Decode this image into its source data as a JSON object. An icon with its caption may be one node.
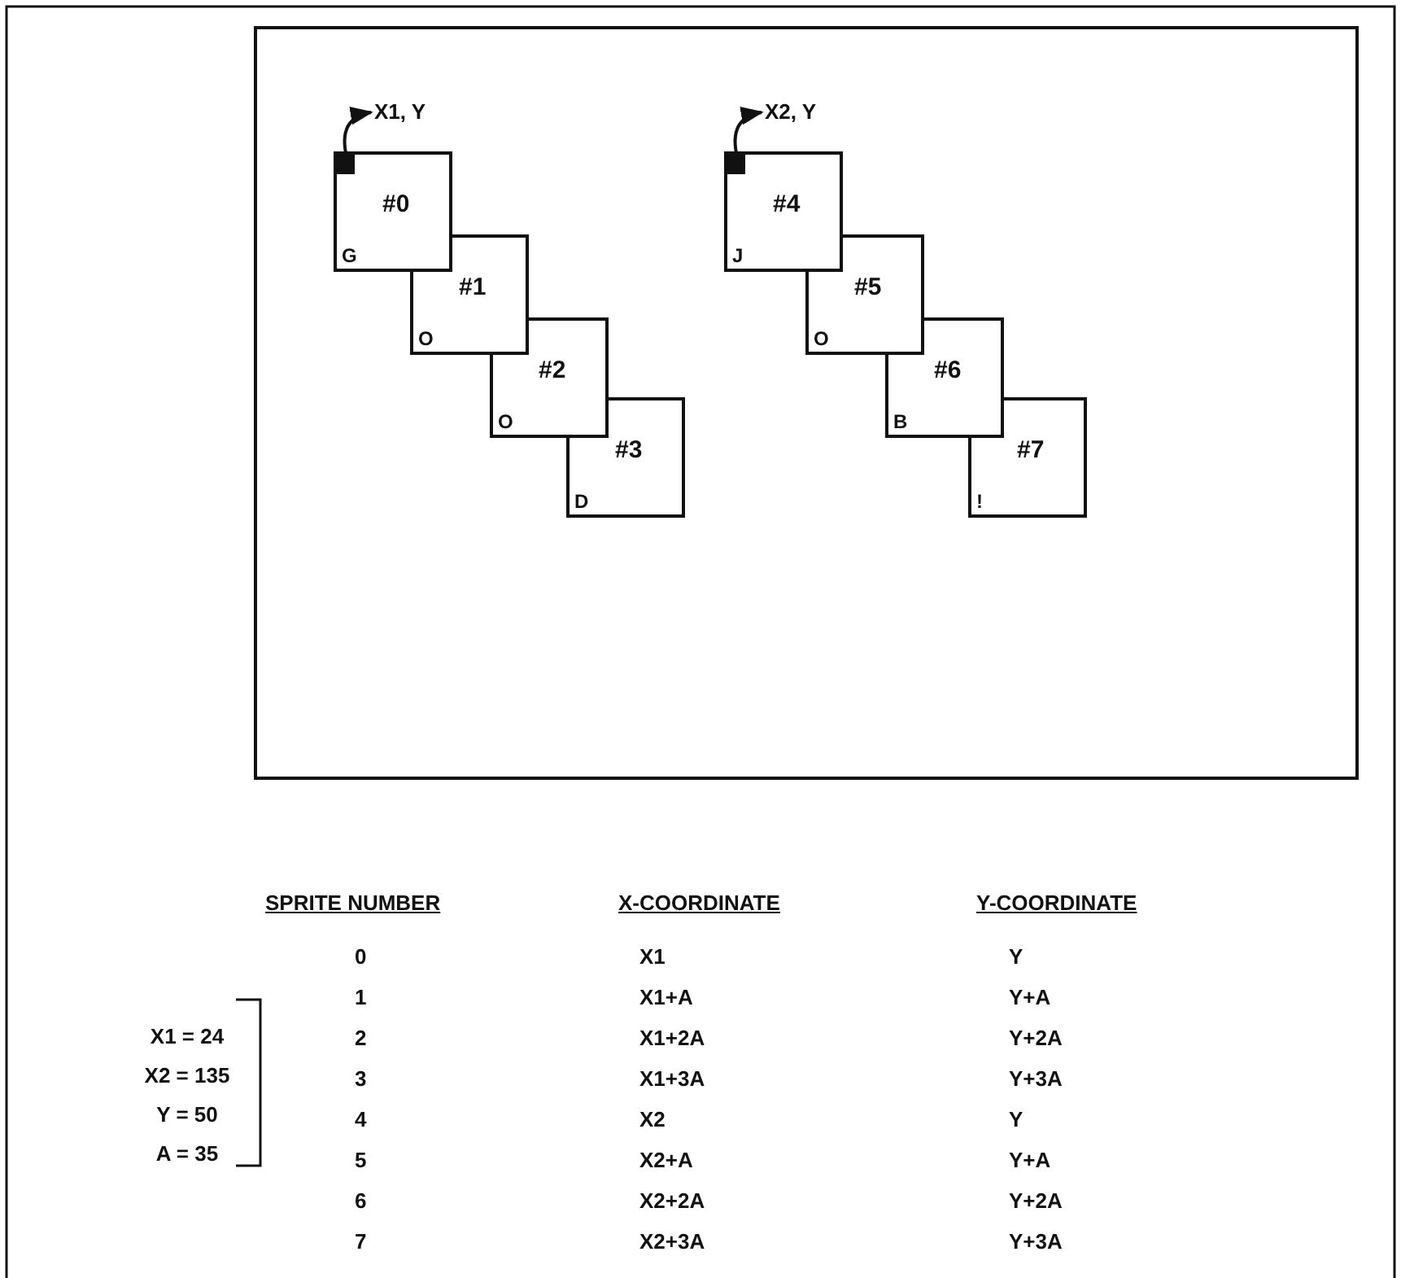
{
  "diagram": {
    "nodes": [
      {
        "text": [],
        "shape": "box"
      },
      {
        "text": [
          "X1, Y"
        ],
        "in": 0
      },
      {
        "text": [
          "#0",
          "G"
        ],
        "in": 0
      },
      {
        "text": [],
        "shape": "box",
        "in": 2
      },
      {
        "text": [
          "#1",
          "O"
        ],
        "in": 0
      },
      {
        "text": [
          "#2",
          "O"
        ],
        "in": 0
      },
      {
        "text": [
          "#3",
          "D"
        ],
        "in": 0
      },
      {
        "text": [
          "X2, Y"
        ],
        "in": 0
      },
      {
        "text": [
          "#4",
          "J"
        ],
        "in": 0
      },
      {
        "text": [],
        "shape": "box",
        "in": 8
      },
      {
        "text": [
          "#5",
          "O"
        ],
        "in": 0
      },
      {
        "text": [
          "#6",
          "B"
        ],
        "in": 0
      },
      {
        "text": [
          "#7",
          "!"
        ],
        "in": 0
      }
    ],
    "edges": [
      {
        "from": 3,
        "to": 1,
        "arrow": "to"
      },
      {
        "from": 9,
        "to": 7,
        "arrow": "to"
      }
    ],
    "labels": [
      "SPRITE NUMBER",
      "X-COORDINATE",
      "Y-COORDINATE",
      "0",
      "X1",
      "Y",
      "1",
      "X1+A",
      "Y+A",
      "2",
      "X1+2A",
      "Y+2A",
      "3",
      "X1+3A",
      "Y+3A",
      "4",
      "X2",
      "Y",
      "5",
      "X2+A",
      "Y+A",
      "6",
      "X2+2A",
      "Y+2A",
      "7",
      "X2+3A",
      "Y+3A",
      "X1 = 24",
      "X2 = 135",
      "Y = 50",
      "A = 35"
    ]
  }
}
